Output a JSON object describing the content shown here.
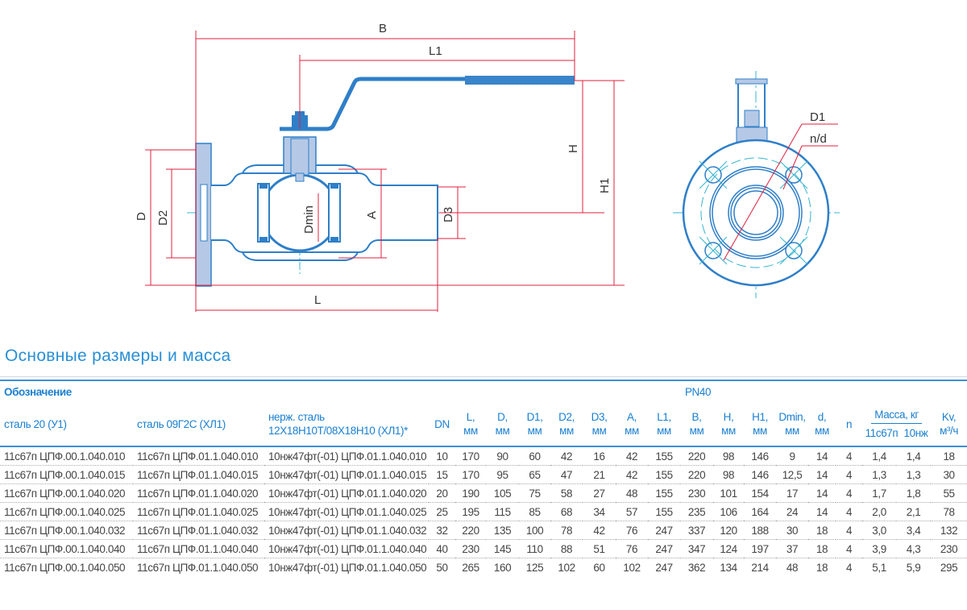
{
  "drawing": {
    "labels": {
      "B": "B",
      "L1": "L1",
      "H": "H",
      "H1": "H1",
      "D": "D",
      "D2": "D2",
      "Dmin": "Dmin",
      "A": "A",
      "D3": "D3",
      "L": "L",
      "D1": "D1",
      "nd": "n/d"
    },
    "colors": {
      "body": "#2f7fc8",
      "fill": "#b5c9e6",
      "dim": "#e0203c",
      "axis": "#36b5d0"
    }
  },
  "title": "Основные размеры и масса",
  "table": {
    "designation": "Обозначение",
    "pressure": "PN40",
    "headers": {
      "steel20": "сталь 20 (У1)",
      "steel09": "сталь 09Г2С (ХЛ1)",
      "stainless_1": "нерж. сталь",
      "stainless_2": "12Х18Н10Т/08Х18Н10 (ХЛ1)*",
      "dn": "DN",
      "dims": [
        {
          "n": "L,",
          "u": "мм"
        },
        {
          "n": "D,",
          "u": "мм"
        },
        {
          "n": "D1,",
          "u": "мм"
        },
        {
          "n": "D2,",
          "u": "мм"
        },
        {
          "n": "D3,",
          "u": "мм"
        },
        {
          "n": "A,",
          "u": "мм"
        },
        {
          "n": "L1,",
          "u": "мм"
        },
        {
          "n": "B,",
          "u": "мм"
        },
        {
          "n": "H,",
          "u": "мм"
        },
        {
          "n": "H1,",
          "u": "мм"
        },
        {
          "n": "Dmin,",
          "u": "мм"
        },
        {
          "n": "d,",
          "u": "мм"
        }
      ],
      "n": "n",
      "mass": "Масса, кг",
      "mass_a": "11с67п",
      "mass_b": "10нж",
      "kv": "Kv,",
      "kv_unit": "м³/ч"
    },
    "rows": [
      [
        "11с67п ЦПФ.00.1.040.010",
        "11с67п ЦПФ.01.1.040.010",
        "10нж47фт(-01) ЦПФ.01.1.040.010",
        "10",
        "170",
        "90",
        "60",
        "42",
        "16",
        "42",
        "155",
        "220",
        "98",
        "146",
        "9",
        "14",
        "4",
        "1,4",
        "1,4",
        "18"
      ],
      [
        "11с67п ЦПФ.00.1.040.015",
        "11с67п ЦПФ.01.1.040.015",
        "10нж47фт(-01) ЦПФ.01.1.040.015",
        "15",
        "170",
        "95",
        "65",
        "47",
        "21",
        "42",
        "155",
        "220",
        "98",
        "146",
        "12,5",
        "14",
        "4",
        "1,3",
        "1,3",
        "30"
      ],
      [
        "11с67п ЦПФ.00.1.040.020",
        "11с67п ЦПФ.01.1.040.020",
        "10нж47фт(-01) ЦПФ.01.1.040.020",
        "20",
        "190",
        "105",
        "75",
        "58",
        "27",
        "48",
        "155",
        "230",
        "101",
        "154",
        "17",
        "14",
        "4",
        "1,7",
        "1,8",
        "55"
      ],
      [
        "11с67п ЦПФ.00.1.040.025",
        "11с67п ЦПФ.01.1.040.025",
        "10нж47фт(-01) ЦПФ.01.1.040.025",
        "25",
        "195",
        "115",
        "85",
        "68",
        "34",
        "57",
        "155",
        "235",
        "106",
        "164",
        "24",
        "14",
        "4",
        "2,0",
        "2,1",
        "78"
      ],
      [
        "11с67п ЦПФ.00.1.040.032",
        "11с67п ЦПФ.01.1.040.032",
        "10нж47фт(-01) ЦПФ.01.1.040.032",
        "32",
        "220",
        "135",
        "100",
        "78",
        "42",
        "76",
        "247",
        "337",
        "120",
        "188",
        "30",
        "18",
        "4",
        "3,0",
        "3,4",
        "132"
      ],
      [
        "11с67п ЦПФ.00.1.040.040",
        "11с67п ЦПФ.01.1.040.040",
        "10нж47фт(-01) ЦПФ.01.1.040.040",
        "40",
        "230",
        "145",
        "110",
        "88",
        "51",
        "76",
        "247",
        "347",
        "124",
        "197",
        "37",
        "18",
        "4",
        "3,9",
        "4,3",
        "230"
      ],
      [
        "11с67п ЦПФ.00.1.040.050",
        "11с67п ЦПФ.01.1.040.050",
        "10нж47фт(-01) ЦПФ.01.1.040.050",
        "50",
        "265",
        "160",
        "125",
        "102",
        "60",
        "102",
        "247",
        "362",
        "134",
        "214",
        "48",
        "18",
        "4",
        "5,1",
        "5,9",
        "295"
      ]
    ]
  }
}
